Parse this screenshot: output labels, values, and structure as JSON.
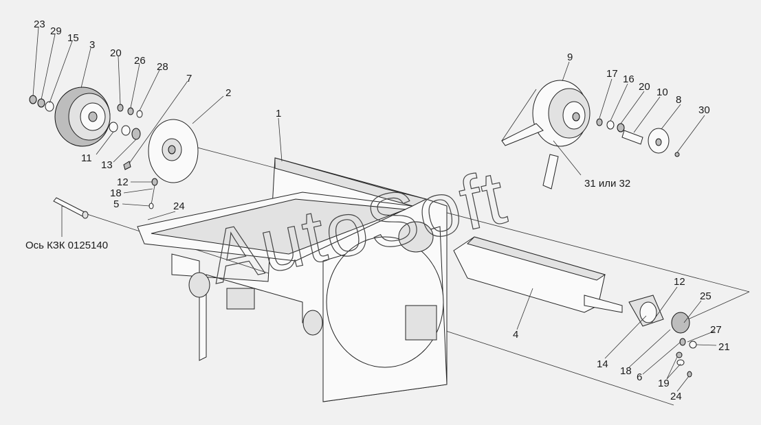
{
  "watermark": "AutoSoft",
  "labels": {
    "l23": "23",
    "l29": "29",
    "l15": "15",
    "l3": "3",
    "l20a": "20",
    "l26": "26",
    "l28": "28",
    "l7": "7",
    "l2": "2",
    "l1": "1",
    "l11": "11",
    "l13": "13",
    "l12a": "12",
    "l18a": "18",
    "l5": "5",
    "l24a": "24",
    "axis": "Ось КЗК 0125140",
    "l9": "9",
    "l17": "17",
    "l16": "16",
    "l20b": "20",
    "l10": "10",
    "l8": "8",
    "l30": "30",
    "l3132": "31 или 32",
    "l12b": "12",
    "l25": "25",
    "l27": "27",
    "l21": "21",
    "l4": "4",
    "l14": "14",
    "l18b": "18",
    "l6": "6",
    "l19": "19",
    "l24b": "24"
  }
}
